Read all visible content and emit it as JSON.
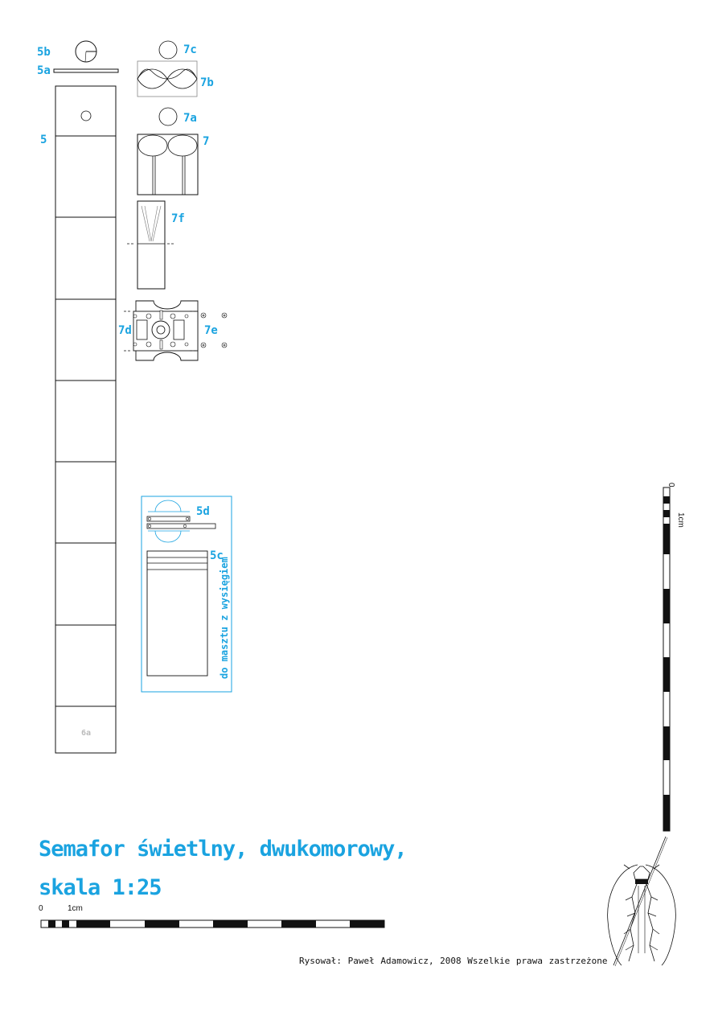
{
  "labels": {
    "l5b": "5b",
    "l5a": "5a",
    "l5": "5",
    "l7c": "7c",
    "l7b": "7b",
    "l7a": "7a",
    "l7": "7",
    "l7f": "7f",
    "l7d": "7d",
    "l7e": "7e",
    "l5d": "5d",
    "l5c": "5c",
    "l6a": "6a"
  },
  "side_label": "do masztu z wysięgiem",
  "title_line1": "Semafor świetlny, dwukomorowy,",
  "title_line2": "skala 1:25",
  "scale_h": {
    "zero": "0",
    "unit": "1cm"
  },
  "scale_v": {
    "zero": "0",
    "unit": "1cm"
  },
  "credits": "Rysował: Paweł Adamowicz, 2008     Wszelkie prawa zastrzeżone",
  "colors": {
    "accent": "#1aa3e0",
    "line": "#111111"
  }
}
